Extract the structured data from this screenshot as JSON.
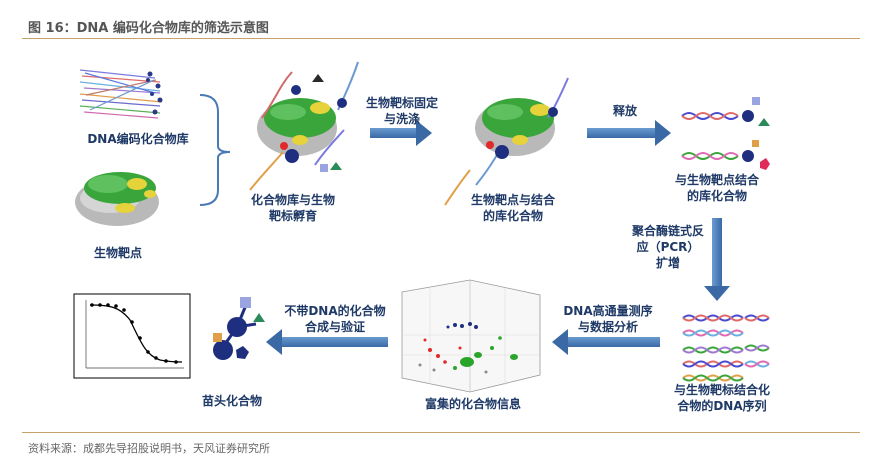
{
  "figure": {
    "title": "图 16：DNA  编码化合物库的筛选示意图",
    "source": "资料来源：成都先导招股说明书，天风证券研究所"
  },
  "nodes": {
    "library": "DNA编码化合物库",
    "target": "生物靶点",
    "incubate_1": "化合物库与生物",
    "incubate_2": "靶标孵育",
    "bound_1": "生物靶点与结合",
    "bound_2": "的库化合物",
    "released_1": "与生物靶点结合",
    "released_2": "的库化合物",
    "sequences_1": "与生物靶标结合化",
    "sequences_2": "合物的DNA序列",
    "info": "富集的化合物信息",
    "hits": "苗头化合物"
  },
  "steps": {
    "fix_wash_1": "生物靶标固定",
    "fix_wash_2": "与洗涤",
    "release": "释放",
    "pcr_1": "聚合酶链式反",
    "pcr_2": "应（PCR）",
    "pcr_3": "扩增",
    "seq_1": "DNA高通量测序",
    "seq_2": "与数据分析",
    "synth_1": "不带DNA的化合物",
    "synth_2": "合成与验证"
  },
  "colors": {
    "arrow": "#4a7ab5",
    "label": "#1f3a67",
    "rule": "#c8a16a",
    "protein_green": "#3aa53a",
    "protein_gray": "#b9b9b9",
    "marker_navy": "#1f2f80"
  }
}
